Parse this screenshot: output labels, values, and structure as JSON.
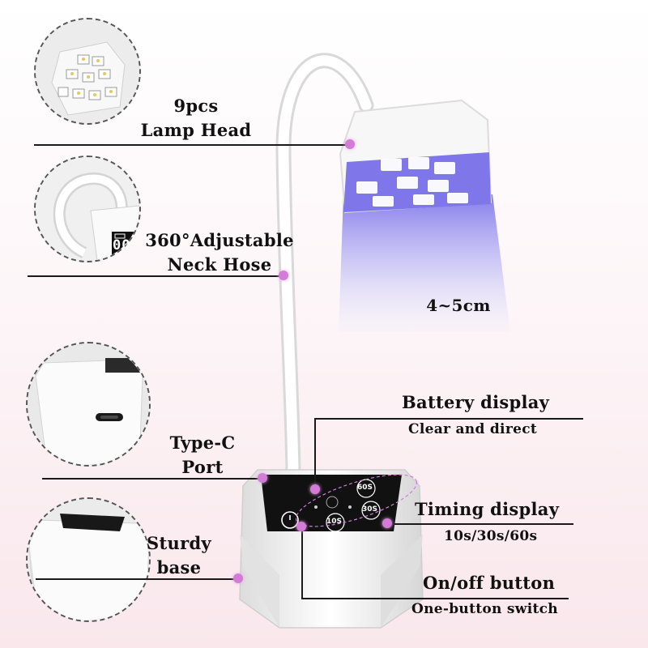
{
  "labels": {
    "lamp_head_line1": "9pcs",
    "lamp_head_line2": "Lamp Head",
    "neck_line1": "360°Adjustable",
    "neck_line2": "Neck Hose",
    "distance": "4~5cm",
    "typec_line1": "Type-C",
    "typec_line2": "Port",
    "base_line1": "Sturdy",
    "base_line2": "base",
    "battery_title": "Battery display",
    "battery_sub": "Clear and direct",
    "timing_title": "Timing display",
    "timing_sub": "10s/30s/60s",
    "onoff_title": "On/off button",
    "onoff_sub": "One-button switch"
  },
  "panel": {
    "btn_60": "60S",
    "btn_30": "30S",
    "btn_10": "10S",
    "digits": "00"
  },
  "colors": {
    "uv_glow": "#8f86ee",
    "dot_accent": "#d37bd6",
    "panel_black": "#111111"
  }
}
